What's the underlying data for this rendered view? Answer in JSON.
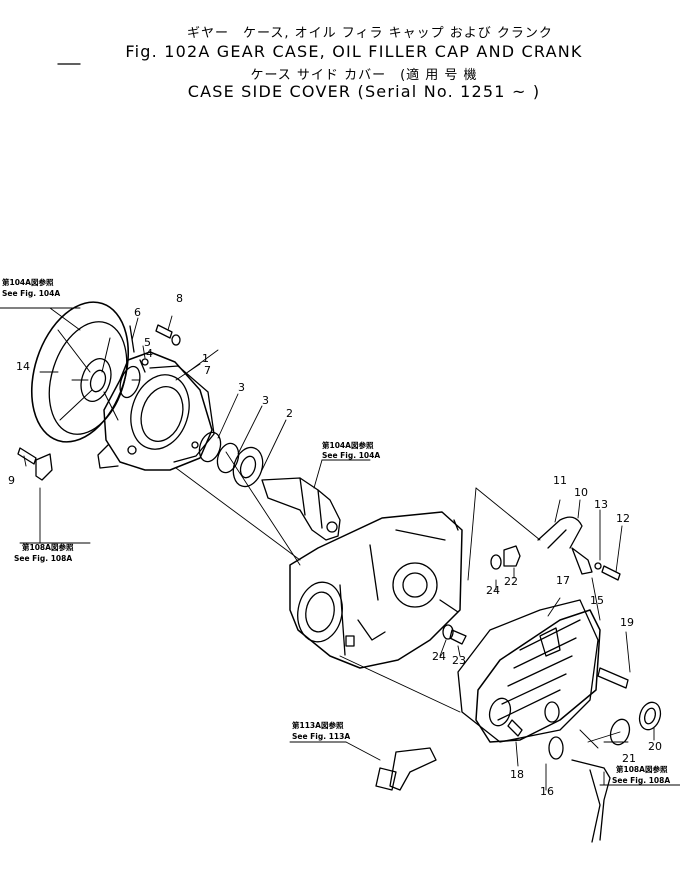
{
  "title": {
    "jp_line1": "ギヤー　ケース, オイル フィラ キャップ および クランク",
    "en_line1": "Fig. 102A  GEAR CASE, OIL FILLER CAP AND CRANK",
    "jp_line2": "ケース サイド カバー　(適 用 号 機",
    "en_line2": "CASE SIDE COVER  (Serial  No. 1251 ~  )"
  },
  "references": {
    "r104a_top_jp": "第104A図参照",
    "r104a_top_en": "See Fig. 104A",
    "r108a_left_jp": "第108A図参照",
    "r108a_left_en": "See Fig. 108A",
    "r104a_mid_jp": "第104A図参照",
    "r104a_mid_en": "See Fig. 104A",
    "r113a_jp": "第113A図参照",
    "r113a_en": "See Fig. 113A",
    "r108a_right_jp": "第108A図参照",
    "r108a_right_en": "See Fig. 108A"
  },
  "callouts": {
    "p1": "1",
    "p2": "2",
    "p3a": "3",
    "p3b": "3",
    "p4": "4",
    "p5": "5",
    "p6": "6",
    "p7": "7",
    "p8": "8",
    "p9": "9",
    "p10": "10",
    "p11": "11",
    "p12": "12",
    "p13": "13",
    "p14": "14",
    "p15": "15",
    "p16": "16",
    "p17": "17",
    "p18": "18",
    "p19": "19",
    "p20": "20",
    "p21": "21",
    "p22": "22",
    "p23": "23",
    "p24a": "24",
    "p24b": "24"
  }
}
